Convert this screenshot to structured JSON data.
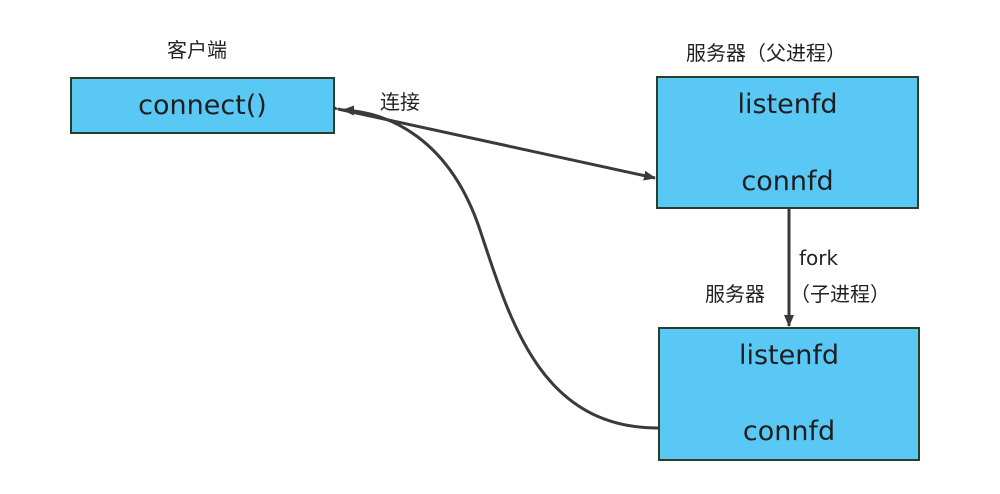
{
  "colors": {
    "box_fill": "#5ac8f5",
    "box_border": "#2a3f2a",
    "arrow": "#3a3a3a"
  },
  "client": {
    "title": "客户端",
    "call": "connect()"
  },
  "parent_server": {
    "title": "服务器（父进程）",
    "listen": "listenfd",
    "conn": "connfd"
  },
  "child_server": {
    "title_main": "服务器",
    "title_sub": "（子进程）",
    "listen": "listenfd",
    "conn": "connfd"
  },
  "edges": {
    "connect_label": "连接",
    "fork_label": "fork"
  }
}
